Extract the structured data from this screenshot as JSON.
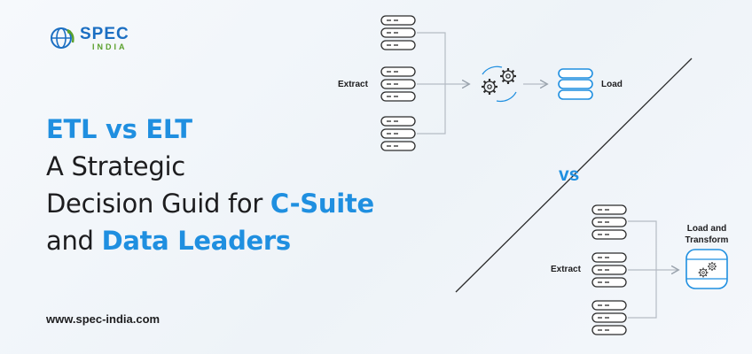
{
  "brand": {
    "name": "SPEC",
    "sub": "INDIA",
    "primary_color": "#1b6fc2",
    "secondary_color": "#5aa02c"
  },
  "headline": {
    "line1": "ETL vs ELT",
    "line2": "A Strategic",
    "line3_prefix": "Decision Guid for ",
    "line3_highlight": "C-Suite",
    "line4_prefix": "and ",
    "line4_highlight": "Data Leaders"
  },
  "website": "www.spec-india.com",
  "etl": {
    "extract_label": "Extract",
    "load_label": "Load"
  },
  "vs_label": "vs",
  "elt": {
    "extract_label": "Extract",
    "load_transform_label": "Load and Transform"
  },
  "accent_color": "#1f8fe0",
  "icons": [
    "globe-logo-icon",
    "server-stack-icon",
    "gears-icon",
    "database-icon",
    "cloud-gears-icon",
    "arrow-icon"
  ]
}
